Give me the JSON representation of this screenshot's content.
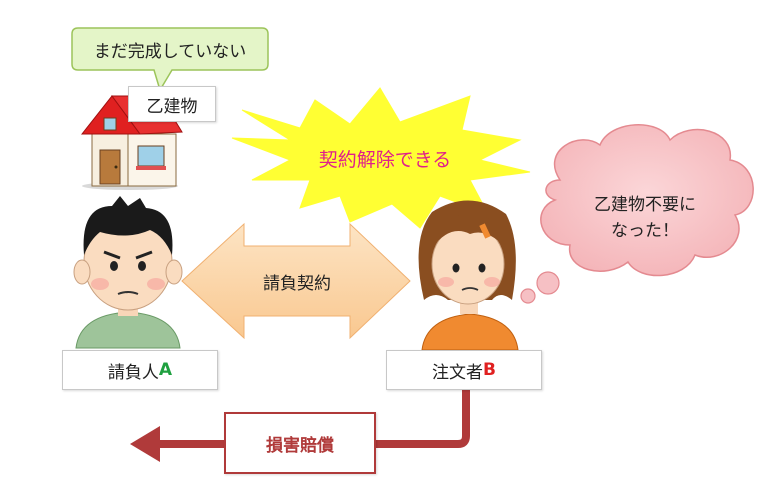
{
  "speech_bubble": {
    "text": "まだ完成していない"
  },
  "building_label": "乙建物",
  "burst": {
    "text": "契約解除できる"
  },
  "thought_bubble": {
    "line1": "乙建物不要に",
    "line2": "なった！"
  },
  "contract_arrow": {
    "text": "請負契約"
  },
  "contractor": {
    "label": "請負人",
    "suffix": "A"
  },
  "client": {
    "label": "注文者",
    "suffix": "B"
  },
  "damages": {
    "text": "損害賠償"
  },
  "colors": {
    "speech_fill": "#e4f5c8",
    "speech_border": "#9cc45a",
    "burst_fill": "#ffff33",
    "burst_text": "#e0208a",
    "thought_fill": "#f7c3c6",
    "thought_border": "#e48a90",
    "arrow_fill": "#fbd5a8",
    "arrow_border": "#f0b070",
    "damages_color": "#b03a3a",
    "suffix_a": "#1fa040",
    "suffix_b": "#e02020"
  }
}
